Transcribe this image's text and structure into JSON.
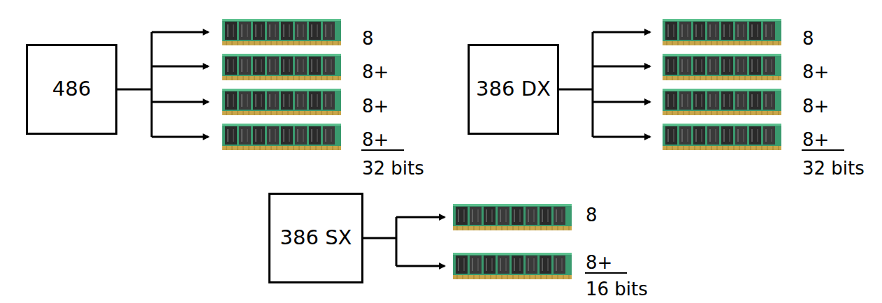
{
  "diagram": {
    "nodes": [
      {
        "text": [
          "486"
        ]
      },
      {
        "text": [
          "386 DX"
        ]
      },
      {
        "text": [
          "386 SX"
        ]
      }
    ],
    "labels": [
      "8",
      "8+",
      "8+",
      "8+",
      "32 bits",
      "8",
      "8+",
      "8+",
      "8+",
      "32 bits",
      "8",
      "8+",
      "16 bits"
    ]
  }
}
